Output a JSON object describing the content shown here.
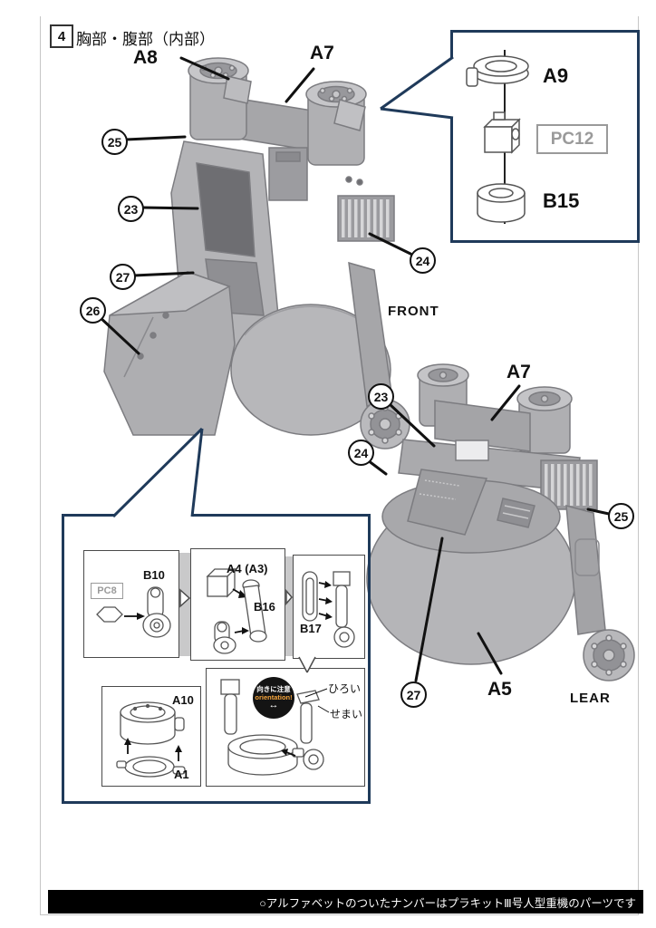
{
  "colors": {
    "navy": "#1f3a5a",
    "badge_bg": "#141414",
    "badge_accent": "#f4a43c",
    "photo_gray": "#b4b4b7"
  },
  "header": {
    "step_number": "4",
    "title": "胸部・腹部（内部）"
  },
  "front_view": {
    "caption": "FRONT",
    "part_labels": {
      "a8": "A8",
      "a7": "A7"
    },
    "callouts": {
      "c25": "25",
      "c23": "23",
      "c27": "27",
      "c26": "26",
      "c24": "24"
    }
  },
  "rear_view": {
    "caption": "LEAR",
    "part_labels": {
      "a7": "A7",
      "a5": "A5"
    },
    "callouts": {
      "c23": "23",
      "c24": "24",
      "c25": "25",
      "c27": "27"
    }
  },
  "parts_inset": {
    "top_part": "A9",
    "middle_part": "PC12",
    "bottom_part": "B15"
  },
  "detail_inset": {
    "step1": {
      "polycap": "PC8",
      "part": "B10"
    },
    "step2": {
      "part_a": "A4 (A3)",
      "part_b": "B16"
    },
    "step3": {
      "part": "B17"
    },
    "step4": {
      "part_top": "A10",
      "part_bottom": "A1"
    },
    "step5": {
      "caution_jp": "向きに注意",
      "caution_en": "orientation!",
      "arrow": "↔",
      "wide": "ひろい",
      "narrow": "せまい"
    }
  },
  "footer": {
    "note": "○アルファベットのついたナンバーはプラキットⅢ号人型重機のパーツです"
  }
}
